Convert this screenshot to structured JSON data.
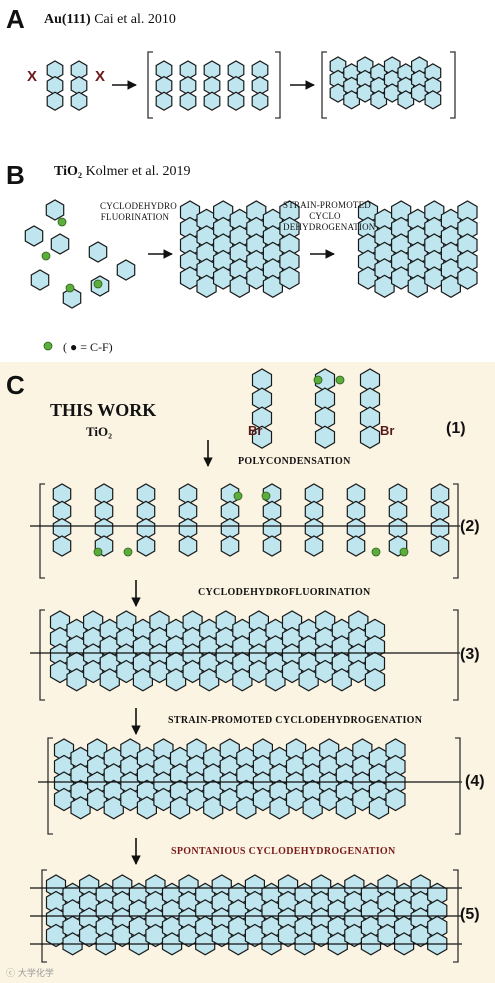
{
  "panels": [
    {
      "letter": "A",
      "title_bold": "Au(111)",
      "title_rest": "Cai et al. 2010"
    },
    {
      "letter": "B",
      "title_bold": "TiO₂",
      "title_rest": "Kolmer et al. 2019",
      "label_1": [
        "CYCLODEHYDRO",
        "FLUORINATION"
      ],
      "label_2": [
        "STRAIN-PROMOTED",
        "CYCLO",
        "DEHYDROGENATION"
      ],
      "legend": "( ● = C-F)"
    },
    {
      "letter": "C",
      "this_work": "THIS WORK",
      "substrate": "TiO₂"
    }
  ],
  "atoms": {
    "x_left": "X",
    "x_right": "X",
    "br_left": "Br",
    "br_right": "Br"
  },
  "steps": [
    "POLYCONDENSATION",
    "CYCLODEHYDROFLUORINATION",
    "STRAIN-PROMOTED CYCLODEHYDROGENATION",
    "SPONTANIOUS CYCLODEHYDROGENATION"
  ],
  "compound_numbers": [
    "(1)",
    "(2)",
    "(3)",
    "(4)",
    "(5)"
  ],
  "watermark": "ⓒ 大学化学",
  "colors": {
    "ring_fill": "#bfe6ef",
    "ring_stroke": "#1a1a1a",
    "fluorine": "#5cae3c",
    "panel_c_bg": "#fbf4e3",
    "bracket": "#333333",
    "red_label": "#7a1a1a"
  }
}
